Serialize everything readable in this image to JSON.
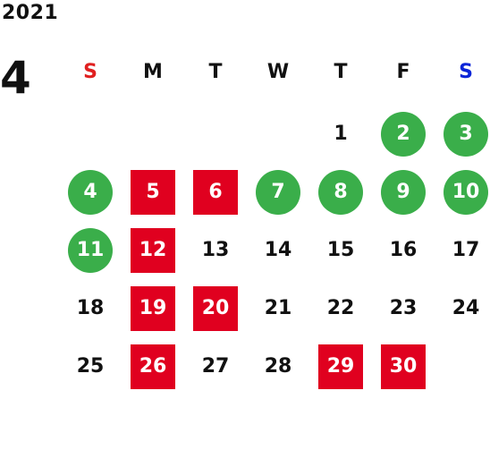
{
  "calendar": {
    "year": "2021",
    "month": "4",
    "weekdays": [
      "S",
      "M",
      "T",
      "W",
      "T",
      "F",
      "S"
    ],
    "colors": {
      "green": "#3aae4a",
      "red": "#e0001f",
      "sunday": "#e02020",
      "saturday": "#1f3d99",
      "text": "#111111"
    },
    "days": [
      {
        "date": "1",
        "style": "plain"
      },
      {
        "date": "2",
        "style": "green"
      },
      {
        "date": "3",
        "style": "green"
      },
      {
        "date": "4",
        "style": "green"
      },
      {
        "date": "5",
        "style": "red"
      },
      {
        "date": "6",
        "style": "red"
      },
      {
        "date": "7",
        "style": "green"
      },
      {
        "date": "8",
        "style": "green"
      },
      {
        "date": "9",
        "style": "green"
      },
      {
        "date": "10",
        "style": "green"
      },
      {
        "date": "11",
        "style": "green"
      },
      {
        "date": "12",
        "style": "red"
      },
      {
        "date": "13",
        "style": "plain"
      },
      {
        "date": "14",
        "style": "plain"
      },
      {
        "date": "15",
        "style": "plain"
      },
      {
        "date": "16",
        "style": "plain"
      },
      {
        "date": "17",
        "style": "saturday"
      },
      {
        "date": "18",
        "style": "sunday"
      },
      {
        "date": "19",
        "style": "red"
      },
      {
        "date": "20",
        "style": "red"
      },
      {
        "date": "21",
        "style": "plain"
      },
      {
        "date": "22",
        "style": "plain"
      },
      {
        "date": "23",
        "style": "plain"
      },
      {
        "date": "24",
        "style": "saturday"
      },
      {
        "date": "25",
        "style": "sunday"
      },
      {
        "date": "26",
        "style": "red"
      },
      {
        "date": "27",
        "style": "plain"
      },
      {
        "date": "28",
        "style": "plain"
      },
      {
        "date": "29",
        "style": "red"
      },
      {
        "date": "30",
        "style": "red"
      }
    ]
  }
}
